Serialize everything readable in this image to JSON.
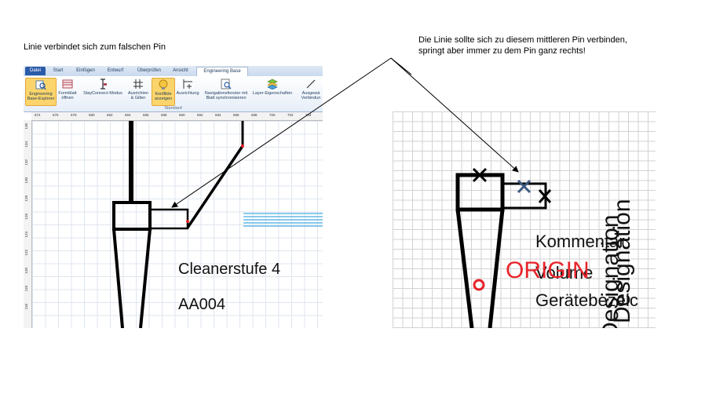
{
  "captions": {
    "left": "Linie verbindet sich zum falschen Pin",
    "right": "Die Linie sollte sich zu diesem mittleren Pin verbinden, springt aber immer zu dem Pin ganz rechts!"
  },
  "ribbon": {
    "tabs": [
      "Datei",
      "Start",
      "Einfügen",
      "Entwurf",
      "Überprüfen",
      "Ansicht",
      "Engineering Base"
    ],
    "active_tab": "Engineering Base",
    "buttons": [
      {
        "label": "Engineering Base-Explorer",
        "icon": "explorer-icon",
        "highlighted": true
      },
      {
        "label": "Formblatt öffnen",
        "icon": "form-icon",
        "highlighted": false
      },
      {
        "label": "StayConnect-Modus",
        "icon": "stayconnect-icon",
        "highlighted": false
      },
      {
        "label": "Ausrichten & Gitter",
        "icon": "grid-align-icon",
        "highlighted": false
      },
      {
        "label": "Konflikte anzeigen",
        "icon": "conflict-icon",
        "highlighted": true
      },
      {
        "label": "Ausrichtung",
        "icon": "alignment-icon",
        "highlighted": false
      },
      {
        "label": "Navigationsfenster mit Blatt synchronisieren",
        "icon": "navigation-icon",
        "highlighted": false
      },
      {
        "label": "Layer-Eigenschaften",
        "icon": "layer-icon",
        "highlighted": false
      },
      {
        "label": "Ausgewä Verbindun",
        "icon": "connection-icon",
        "highlighted": false
      }
    ],
    "group_label": "Standard"
  },
  "ruler": {
    "horizontal": [
      "674",
      "676",
      "678",
      "680",
      "682",
      "684",
      "686",
      "688",
      "690",
      "692",
      "694",
      "696",
      "698",
      "700",
      "702",
      "704"
    ],
    "vertical": [
      "136",
      "134",
      "132",
      "130",
      "128",
      "126",
      "124",
      "122",
      "120",
      "118",
      "116"
    ]
  },
  "left_canvas": {
    "title": "Cleanerstufe 4",
    "code": "AA004"
  },
  "right_canvas": {
    "lines": [
      "Kommentar",
      "Volume",
      "Gerätebezeic"
    ],
    "origin": "ORIGIN",
    "vertical_labels": [
      "Designation",
      "Designation"
    ]
  },
  "colors": {
    "accent": "#e8232a",
    "ribbon_highlight": "#fbd56b",
    "file_tab": "#2a5ba8",
    "pin_marker": "#3d5a80"
  }
}
